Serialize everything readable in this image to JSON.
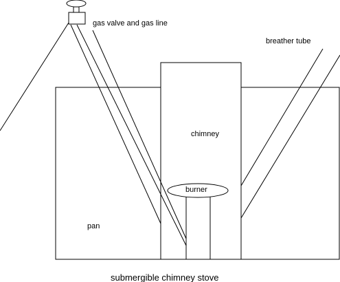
{
  "diagram": {
    "title": "submergible chimney stove",
    "labels": {
      "gas_valve": "gas valve and gas line",
      "breather_tube": "breather tube",
      "chimney": "chimney",
      "burner": "burner",
      "pan": "pan"
    }
  }
}
